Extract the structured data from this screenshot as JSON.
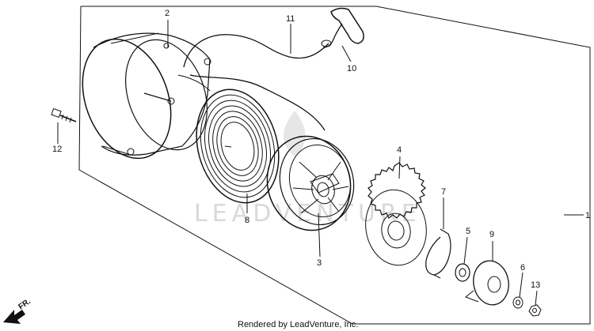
{
  "callouts": [
    {
      "id": "1",
      "text": "1"
    },
    {
      "id": "2",
      "text": "2"
    },
    {
      "id": "3",
      "text": "3"
    },
    {
      "id": "4",
      "text": "4"
    },
    {
      "id": "5",
      "text": "5"
    },
    {
      "id": "6",
      "text": "6"
    },
    {
      "id": "7",
      "text": "7"
    },
    {
      "id": "8",
      "text": "8"
    },
    {
      "id": "9",
      "text": "9"
    },
    {
      "id": "10",
      "text": "10"
    },
    {
      "id": "11",
      "text": "11"
    },
    {
      "id": "12",
      "text": "12"
    },
    {
      "id": "13",
      "text": "13"
    }
  ],
  "direction_label": "FR.",
  "watermark": "LEADVENTURE",
  "footer": "Rendered by LeadVenture, Inc."
}
